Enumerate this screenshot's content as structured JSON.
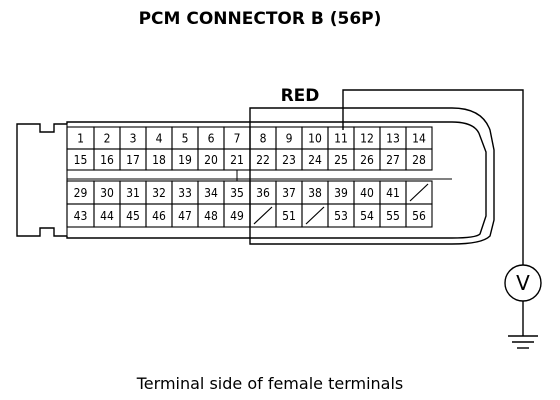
{
  "title": "PCM CONNECTOR B (56P)",
  "highlight_label": "RED",
  "meter_symbol": "V",
  "caption": "Terminal side of female terminals",
  "upper_block": {
    "rows": [
      [
        "1",
        "2",
        "3",
        "4",
        "5",
        "6",
        "7",
        "8",
        "9",
        "10",
        "11",
        "12",
        "13",
        "14"
      ],
      [
        "15",
        "16",
        "17",
        "18",
        "19",
        "20",
        "21",
        "22",
        "23",
        "24",
        "25",
        "26",
        "27",
        "28"
      ]
    ]
  },
  "lower_block": {
    "rows": [
      [
        "29",
        "30",
        "31",
        "32",
        "33",
        "34",
        "35",
        "36",
        "37",
        "38",
        "39",
        "40",
        "41",
        ""
      ],
      [
        "43",
        "44",
        "45",
        "46",
        "47",
        "48",
        "49",
        "",
        "51",
        "",
        "53",
        "54",
        "55",
        "56"
      ]
    ],
    "empty_cells": [
      [
        0,
        13
      ],
      [
        1,
        7
      ],
      [
        1,
        9
      ]
    ]
  },
  "probe_pin": "11"
}
